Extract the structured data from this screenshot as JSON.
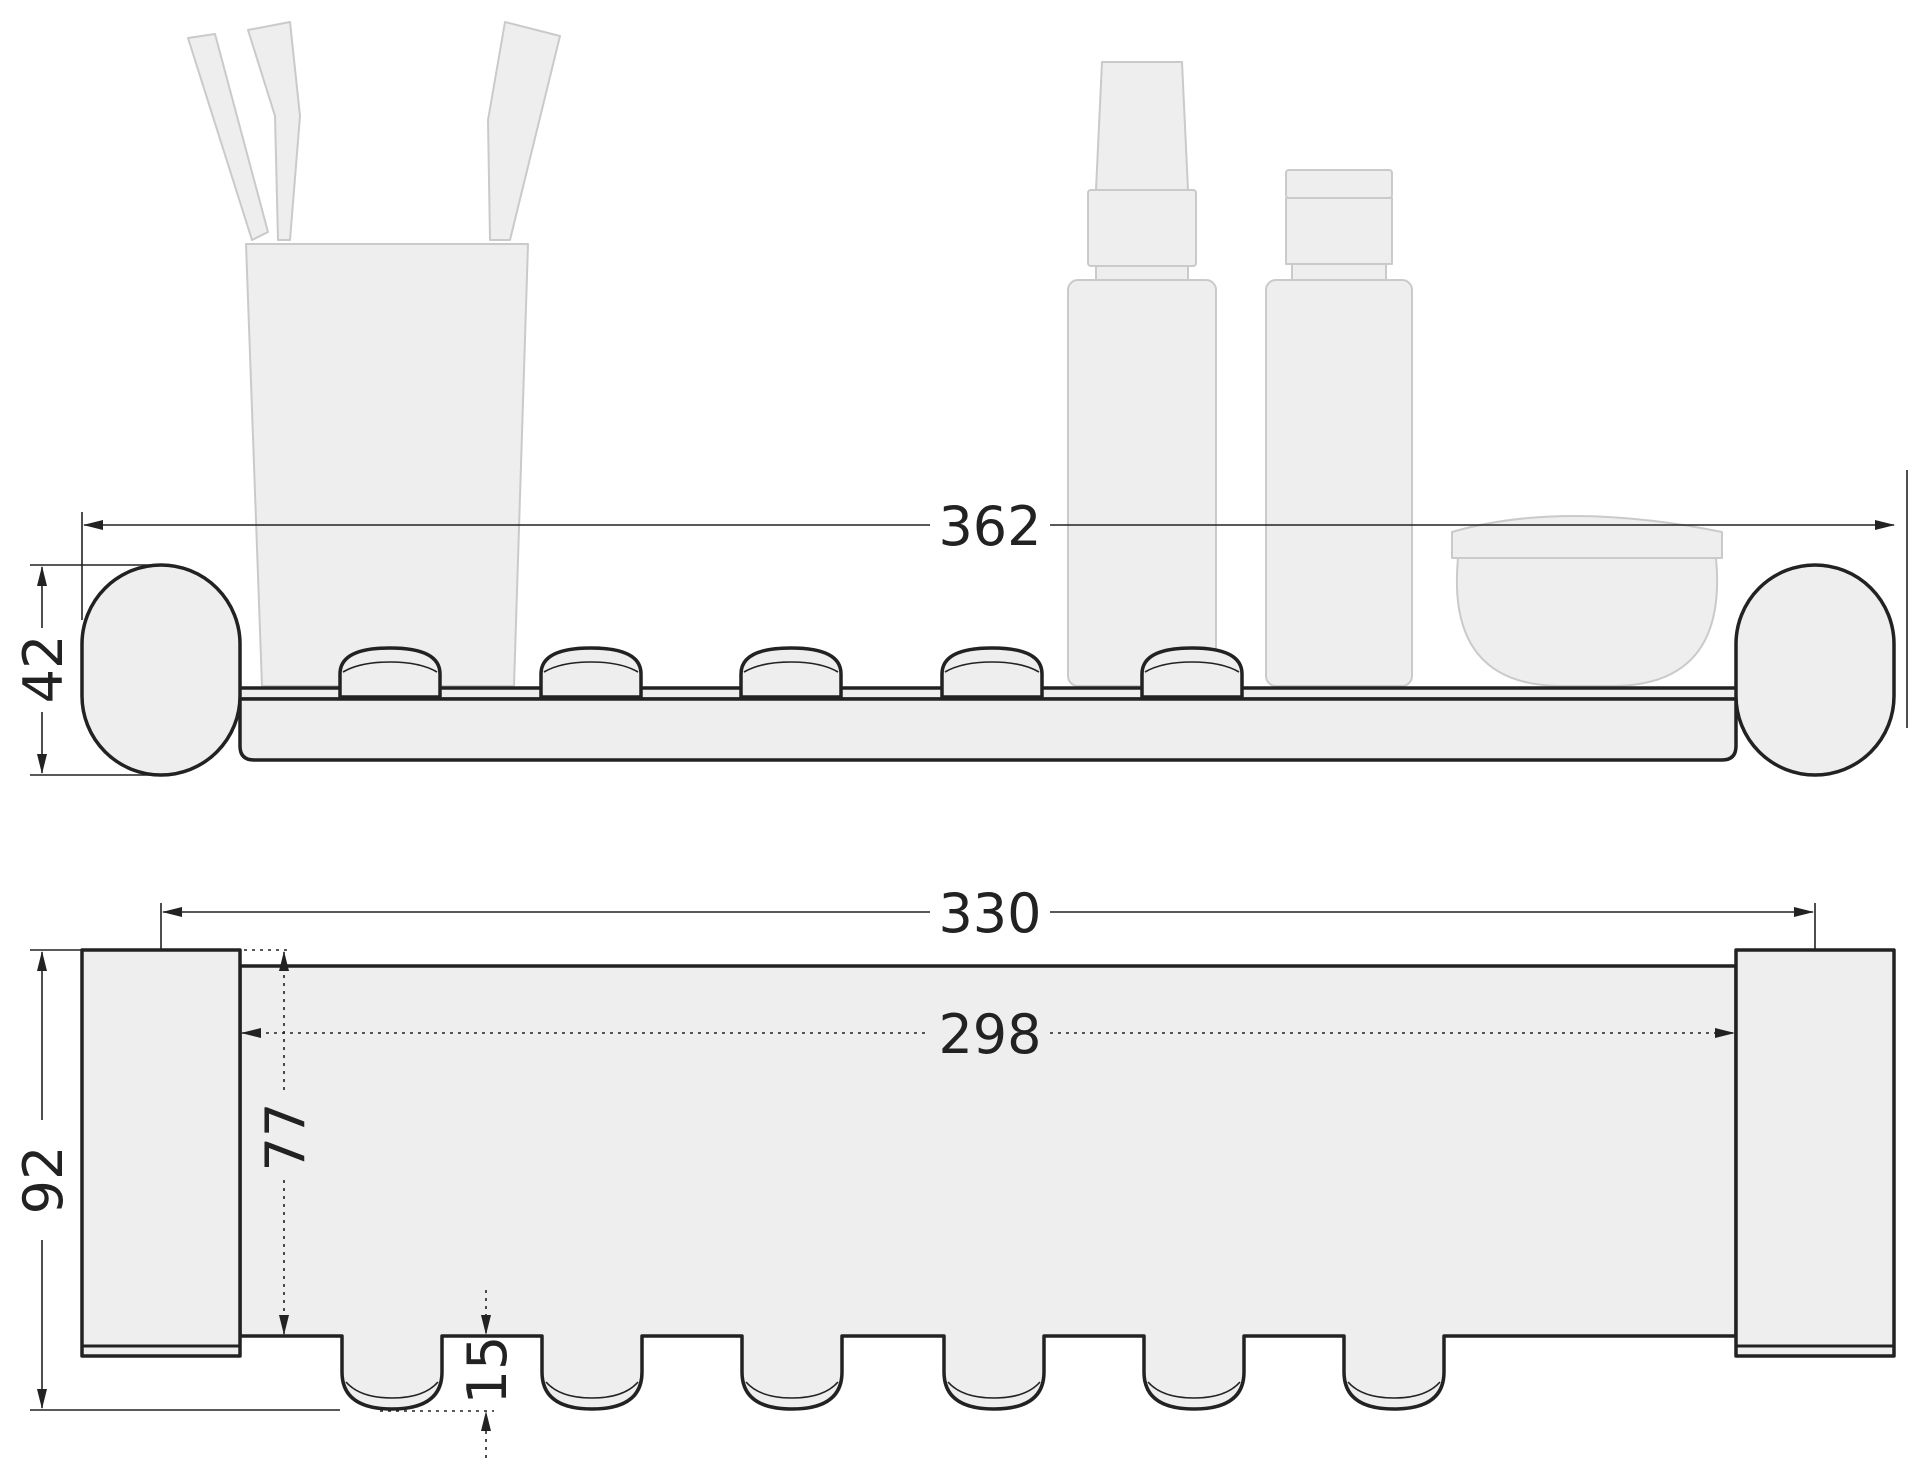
{
  "dimensions": {
    "overall_length": "362",
    "front_height": "42",
    "bracket_span": "330",
    "tray_length": "298",
    "overall_depth": "92",
    "tray_depth": "77",
    "notch_depth": "15"
  },
  "colors": {
    "line": "#222222",
    "fill": "#edeeed",
    "ghost_outline": "#c9cac9"
  }
}
